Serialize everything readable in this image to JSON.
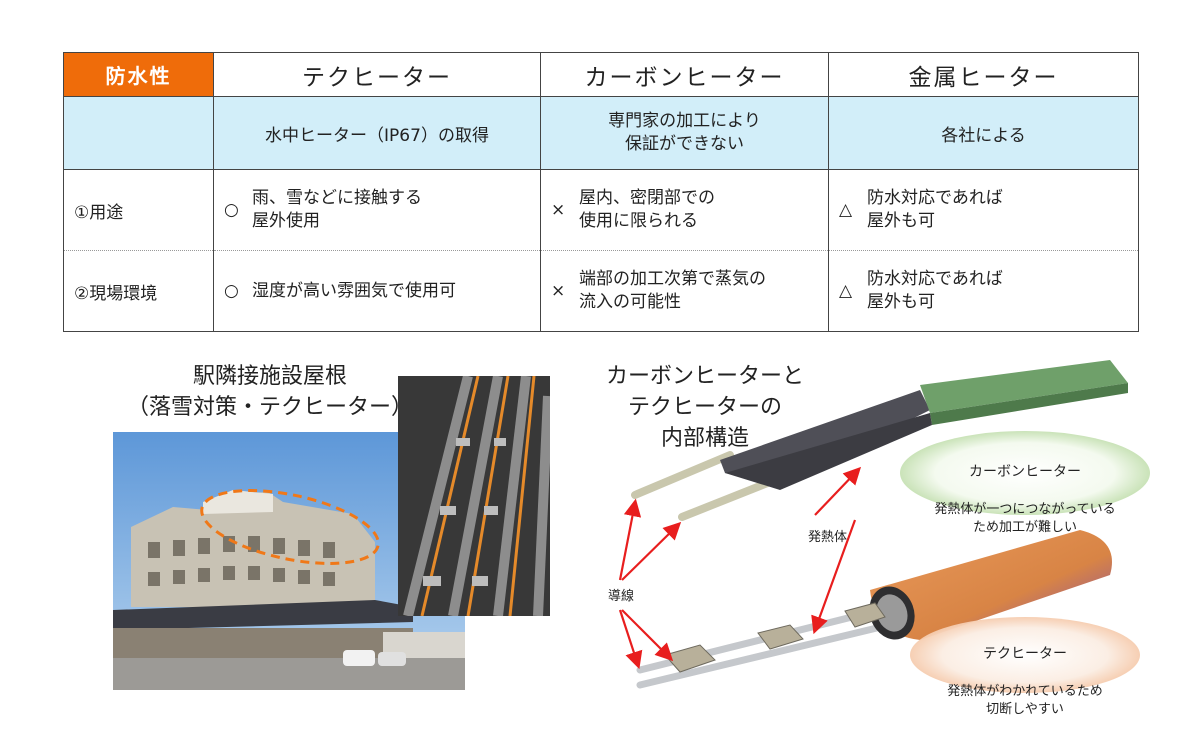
{
  "table": {
    "header": {
      "property": "防水性",
      "col1": "テクヒーター",
      "col2": "カーボンヒーター",
      "col3": "金属ヒーター"
    },
    "summary": {
      "col1": "水中ヒーター（IP67）の取得",
      "col2": "専門家の加工により\n保証ができない",
      "col3": "各社による"
    },
    "rows": [
      {
        "label": "①用途",
        "c1_mark": "○",
        "c1_text": "雨、雪などに接触する\n屋外使用",
        "c2_mark": "×",
        "c2_text": "屋内、密閉部での\n使用に限られる",
        "c3_mark": "△",
        "c3_text": "防水対応であれば\n屋外も可"
      },
      {
        "label": "②現場環境",
        "c1_mark": "○",
        "c1_text": "湿度が高い雰囲気で使用可",
        "c2_mark": "×",
        "c2_text": "端部の加工次第で蒸気の\n流入の可能性",
        "c3_mark": "△",
        "c3_text": "防水対応であれば\n屋外も可"
      }
    ]
  },
  "photo": {
    "title": "駅隣接施設屋根\n（落雪対策・テクヒーター）"
  },
  "diagram": {
    "caption": "カーボンヒーターと\nテクヒーターの\n内部構造",
    "heater_label": "発熱体",
    "conductor_label": "導線",
    "carbon_title": "カーボンヒーター",
    "carbon_desc": "発熱体が一つにつながっている\nため加工が難しい",
    "tec_title": "テクヒーター",
    "tec_desc": "発熱体がわかれているため\n切断しやすい"
  },
  "colors": {
    "header_orange": "#ef6c0a",
    "summary_blue": "#d2eef9",
    "arrow_red": "#e81e1e"
  }
}
